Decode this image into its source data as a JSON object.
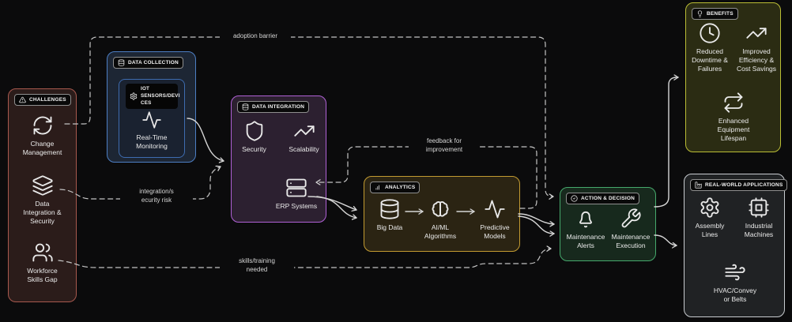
{
  "colors": {
    "background": "#0b0b0c",
    "connector_solid": "#d6d6d6",
    "connector_dashed": "#c4c4c4",
    "text": "#ebebeb"
  },
  "edge_labels": {
    "adoption_barrier": "adoption barrier",
    "feedback": "feedback for\nimprovement",
    "integration_risk": "integration/s\necurity risk",
    "skills_training": "skills/training\nneeded"
  },
  "edges": [
    {
      "from": "real-time-monitoring",
      "to": "data-integration",
      "style": "solid",
      "label": ""
    },
    {
      "from": "erp-systems",
      "to": "analytics",
      "style": "solid",
      "label": ""
    },
    {
      "from": "big-data",
      "to": "ai-ml-algorithms",
      "style": "solid",
      "label": ""
    },
    {
      "from": "ai-ml-algorithms",
      "to": "predictive-models",
      "style": "solid",
      "label": ""
    },
    {
      "from": "analytics",
      "to": "action-decision",
      "style": "solid",
      "label": ""
    },
    {
      "from": "action-decision",
      "to": "benefits",
      "style": "solid",
      "label": ""
    },
    {
      "from": "action-decision",
      "to": "real-world-applications",
      "style": "solid",
      "label": ""
    },
    {
      "from": "change-management",
      "to": "action-decision",
      "style": "dashed",
      "label": "adoption barrier"
    },
    {
      "from": "data-integration-security",
      "to": "data-integration",
      "style": "dashed",
      "label": "integration/security risk"
    },
    {
      "from": "workforce-skills-gap",
      "to": "action-decision",
      "style": "dashed",
      "label": "skills/training needed"
    },
    {
      "from": "analytics",
      "to": "erp-systems",
      "style": "dashed",
      "label": "feedback for improvement"
    }
  ],
  "boxes": {
    "challenges": {
      "header": "CHALLENGES",
      "accent": "#a8594e",
      "items": [
        {
          "label": "Change\nManagement",
          "icon": "refresh-icon"
        },
        {
          "label": "Data\nIntegration &\nSecurity",
          "icon": "layers-icon"
        },
        {
          "label": "Workforce\nSkills Gap",
          "icon": "users-icon"
        }
      ]
    },
    "data_collection": {
      "header": "DATA COLLECTION",
      "accent": "#4c7ec4",
      "iot_chip": "IOT\nSENSORS/DEVI\nCES",
      "items": [
        {
          "label": "Real-Time\nMonitoring",
          "icon": "activity-icon"
        }
      ]
    },
    "data_integration": {
      "header": "DATA INTEGRATION",
      "accent": "#b061d6",
      "items": [
        {
          "label": "Security",
          "icon": "shield-icon"
        },
        {
          "label": "Scalability",
          "icon": "trending-up-icon"
        },
        {
          "label": "ERP Systems",
          "icon": "server-icon"
        }
      ]
    },
    "analytics": {
      "header": "ANALYTICS",
      "accent": "#c39b31",
      "items": [
        {
          "label": "Big Data",
          "icon": "database-icon"
        },
        {
          "label": "AI/ML\nAlgorithms",
          "icon": "brain-icon"
        },
        {
          "label": "Predictive\nModels",
          "icon": "activity-icon"
        }
      ]
    },
    "action_decision": {
      "header": "ACTION & DECISION",
      "accent": "#46a96c",
      "items": [
        {
          "label": "Maintenance\nAlerts",
          "icon": "bell-icon"
        },
        {
          "label": "Maintenance\nExecution",
          "icon": "wrench-icon"
        }
      ]
    },
    "benefits": {
      "header": "BENEFITS",
      "accent": "#babd35",
      "items": [
        {
          "label": "Reduced\nDowntime &\nFailures",
          "icon": "clock-icon"
        },
        {
          "label": "Improved\nEfficiency &\nCost Savings",
          "icon": "trending-up-icon"
        },
        {
          "label": "Enhanced\nEquipment\nLifespan",
          "icon": "repeat-icon"
        }
      ]
    },
    "real_world": {
      "header": "REAL-WORLD APPLICATIONS",
      "accent": "#c8ccd0",
      "items": [
        {
          "label": "Assembly\nLines",
          "icon": "gear-icon"
        },
        {
          "label": "Industrial\nMachines",
          "icon": "cpu-icon"
        },
        {
          "label": "HVAC/Convey\nor Belts",
          "icon": "wind-icon"
        }
      ]
    }
  }
}
